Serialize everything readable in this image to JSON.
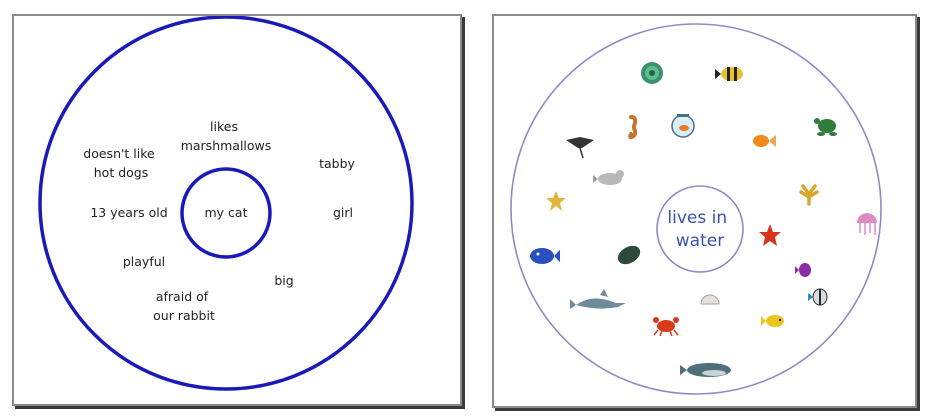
{
  "colors": {
    "outer_ring_left": "#1a1ab8",
    "inner_ring_left": "#1a1ab8",
    "outer_ring_right": "#8c8cc8",
    "inner_ring_right": "#8c8cc8",
    "center_text_right": "#3b52a8"
  },
  "left_circle": {
    "center_label": "my cat",
    "attributes": [
      [
        "likes",
        "marshmallows"
      ],
      [
        "doesn't like",
        "hot dogs"
      ],
      [
        "tabby"
      ],
      [
        "13 years old"
      ],
      [
        "girl"
      ],
      [
        "playful"
      ],
      [
        "big"
      ],
      [
        "afraid of",
        "our rabbit"
      ]
    ]
  },
  "right_circle": {
    "center_label": [
      "lives in",
      "water"
    ],
    "animals": [
      "sea-anemone-icon",
      "striped-fish-icon",
      "manta-ray-icon",
      "seahorse-icon",
      "fishbowl-icon",
      "goldfish-icon",
      "sea-turtle-icon",
      "seal-icon",
      "starfish-icon",
      "coral-icon",
      "jellyfish-icon",
      "whale-icon",
      "mussel-icon",
      "red-starfish-icon",
      "purple-fish-icon",
      "dolphin-icon",
      "clam-shell-icon",
      "angelfish-icon",
      "crab-icon",
      "yellow-fish-icon",
      "humpback-whale-icon"
    ]
  }
}
